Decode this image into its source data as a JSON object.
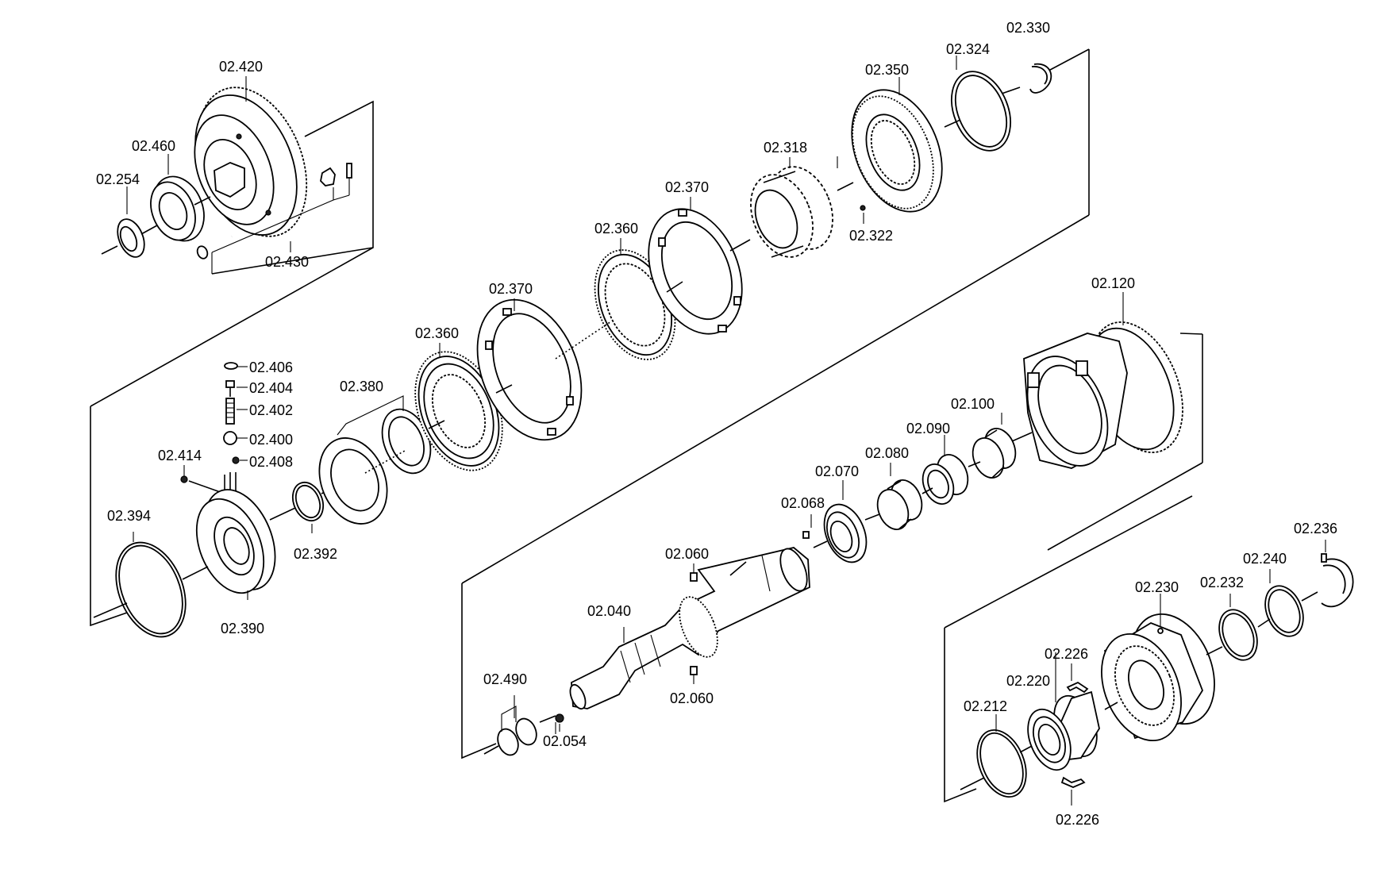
{
  "labels": {
    "l_02_420": "02.420",
    "l_02_460": "02.460",
    "l_02_254": "02.254",
    "l_02_430": "02.430",
    "l_02_406": "02.406",
    "l_02_404": "02.404",
    "l_02_402": "02.402",
    "l_02_400": "02.400",
    "l_02_408": "02.408",
    "l_02_414": "02.414",
    "l_02_394": "02.394",
    "l_02_390": "02.390",
    "l_02_392": "02.392",
    "l_02_380": "02.380",
    "l_02_360a": "02.360",
    "l_02_370a": "02.370",
    "l_02_360b": "02.360",
    "l_02_370b": "02.370",
    "l_02_318": "02.318",
    "l_02_322": "02.322",
    "l_02_350": "02.350",
    "l_02_324": "02.324",
    "l_02_330": "02.330",
    "l_02_120": "02.120",
    "l_02_100": "02.100",
    "l_02_090": "02.090",
    "l_02_080": "02.080",
    "l_02_070": "02.070",
    "l_02_068": "02.068",
    "l_02_060a": "02.060",
    "l_02_060b": "02.060",
    "l_02_040": "02.040",
    "l_02_490": "02.490",
    "l_02_054": "02.054",
    "l_02_236": "02.236",
    "l_02_240": "02.240",
    "l_02_232": "02.232",
    "l_02_230": "02.230",
    "l_02_226a": "02.226",
    "l_02_220": "02.220",
    "l_02_212": "02.212",
    "l_02_226b": "02.226"
  }
}
